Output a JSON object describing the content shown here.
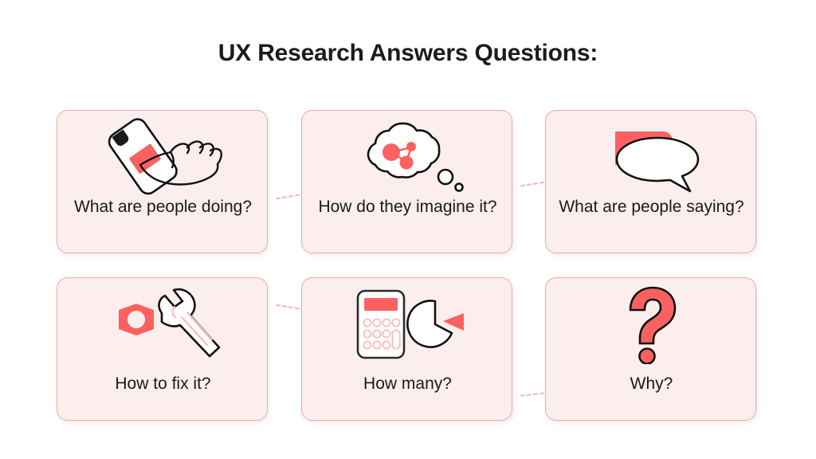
{
  "title": "UX Research Answers Questions:",
  "colors": {
    "accent_red": "#fa6160",
    "card_background": "#fdeeee",
    "card_border": "#f3a3a3",
    "page_background": "#ffffff",
    "text": "#191919",
    "connector": "#f0b9b4",
    "outline": "#111111"
  },
  "cards": [
    {
      "label": "What are people doing?",
      "icon": "phone-tap-icon"
    },
    {
      "label": "How do they imagine it?",
      "icon": "thought-cloud-icon"
    },
    {
      "label": "What are people saying?",
      "icon": "speech-bubble-icon"
    },
    {
      "label": "How to fix it?",
      "icon": "wrench-nut-icon"
    },
    {
      "label": "How many?",
      "icon": "calculator-pie-chart-icon"
    },
    {
      "label": "Why?",
      "icon": "question-mark-icon"
    }
  ],
  "connectors": [
    {
      "from": "card-1",
      "to": "card-2",
      "style": "dashed"
    },
    {
      "from": "card-2",
      "to": "card-3",
      "style": "dashed"
    },
    {
      "from": "card-4",
      "to": "card-5",
      "style": "dashed"
    },
    {
      "from": "card-5",
      "to": "card-6",
      "style": "dashed"
    }
  ]
}
